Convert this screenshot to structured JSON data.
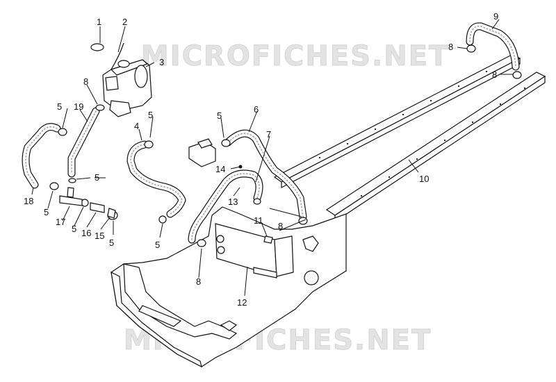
{
  "diagram": {
    "watermarks": [
      "MICROFICHES.NET",
      "MICROFICHES.NET"
    ],
    "callouts": [
      {
        "id": "c1",
        "label": "1"
      },
      {
        "id": "c2",
        "label": "2"
      },
      {
        "id": "c3",
        "label": "3"
      },
      {
        "id": "c4",
        "label": "4"
      },
      {
        "id": "c5a",
        "label": "5"
      },
      {
        "id": "c5b",
        "label": "5"
      },
      {
        "id": "c5c",
        "label": "5"
      },
      {
        "id": "c5d",
        "label": "5"
      },
      {
        "id": "c5e",
        "label": "5"
      },
      {
        "id": "c5f",
        "label": "5"
      },
      {
        "id": "c5g",
        "label": "5"
      },
      {
        "id": "c5h",
        "label": "5"
      },
      {
        "id": "c6",
        "label": "6"
      },
      {
        "id": "c7",
        "label": "7"
      },
      {
        "id": "c8a",
        "label": "8"
      },
      {
        "id": "c8b",
        "label": "8"
      },
      {
        "id": "c8c",
        "label": "8"
      },
      {
        "id": "c8d",
        "label": "8"
      },
      {
        "id": "c8e",
        "label": "8"
      },
      {
        "id": "c9",
        "label": "9"
      },
      {
        "id": "c10",
        "label": "10"
      },
      {
        "id": "c11",
        "label": "11"
      },
      {
        "id": "c12",
        "label": "12"
      },
      {
        "id": "c13",
        "label": "13"
      },
      {
        "id": "c14",
        "label": "14"
      },
      {
        "id": "c15",
        "label": "15"
      },
      {
        "id": "c16",
        "label": "16"
      },
      {
        "id": "c17",
        "label": "17"
      },
      {
        "id": "c18",
        "label": "18"
      },
      {
        "id": "c19",
        "label": "19"
      }
    ]
  }
}
